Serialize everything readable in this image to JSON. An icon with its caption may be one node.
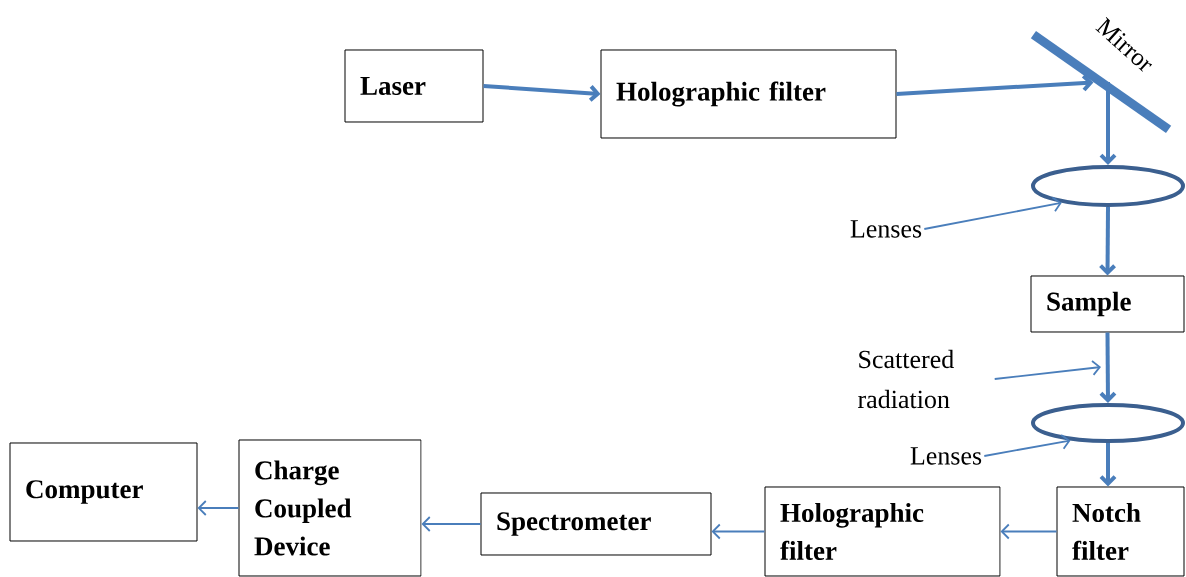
{
  "diagram": {
    "nodes": [
      {
        "text": [
          "Laser"
        ]
      },
      {
        "text": [
          "Holographic filter"
        ]
      },
      {
        "text": [],
        "shape": "bar"
      },
      {
        "text": [],
        "shape": "ellipse"
      },
      {
        "text": [
          "Lenses"
        ]
      },
      {
        "text": [
          "Sample"
        ]
      },
      {
        "text": [
          "Scattered radiation"
        ]
      },
      {
        "text": [],
        "shape": "ellipse"
      },
      {
        "text": [
          "Lenses"
        ]
      },
      {
        "text": [
          "Notch filter"
        ]
      },
      {
        "text": [
          "Holographic filter"
        ]
      },
      {
        "text": [
          "Spectrometer"
        ]
      },
      {
        "text": [
          "Charge Coupled Device"
        ]
      },
      {
        "text": [
          "Computer"
        ]
      }
    ],
    "edges": [
      {
        "from": 0,
        "to": 1,
        "arrow": "to",
        "style": "thick"
      },
      {
        "from": 1,
        "to": 2,
        "arrow": "to",
        "style": "thick"
      },
      {
        "from": 2,
        "to": 3,
        "arrow": "to",
        "style": "thick"
      },
      {
        "from": 4,
        "to": 3,
        "arrow": "to"
      },
      {
        "from": 3,
        "to": 5,
        "arrow": "to",
        "style": "thick"
      },
      {
        "from": 6,
        "to": null,
        "arrow": "to"
      },
      {
        "from": 5,
        "to": 7,
        "arrow": "to",
        "style": "thick"
      },
      {
        "from": 8,
        "to": 7,
        "arrow": "to"
      },
      {
        "from": 7,
        "to": 9,
        "arrow": "to",
        "style": "thick"
      },
      {
        "from": 9,
        "to": 10,
        "arrow": "to"
      },
      {
        "from": 10,
        "to": 11,
        "arrow": "to"
      },
      {
        "from": 11,
        "to": 12,
        "arrow": "to"
      },
      {
        "from": 12,
        "to": 13,
        "arrow": "to"
      }
    ],
    "labels": [
      "Mirror"
    ]
  }
}
